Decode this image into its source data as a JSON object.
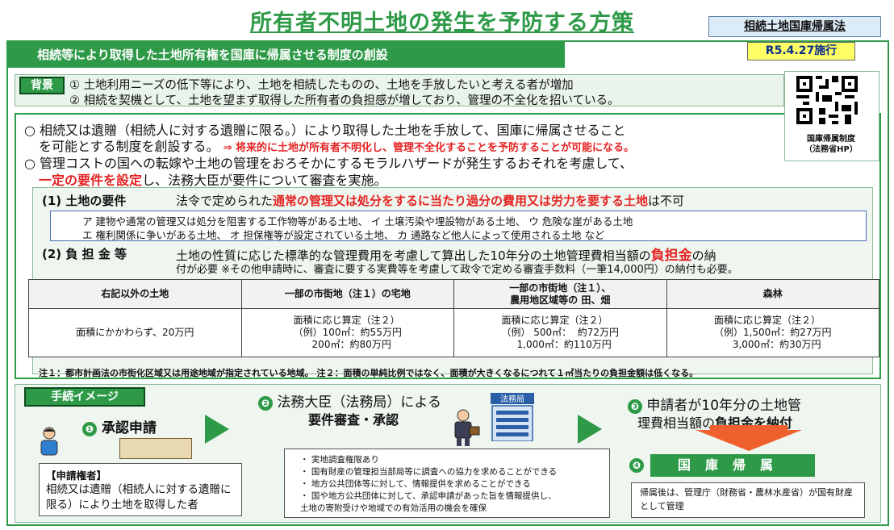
{
  "header": {
    "title": "所有者不明土地の発生を予防する方策",
    "law_name": "相続土地国庫帰属法",
    "effective_date": "R5.4.27施行",
    "banner": "相続等により取得した土地所有権を国庫に帰属させる制度の創設"
  },
  "background": {
    "tag": "背景",
    "line1": "① 土地利用ニーズの低下等により、土地を相続したものの、土地を手放したいと考える者が増加",
    "line2": "② 相続を契機として、土地を望まず取得した所有者の負担感が増しており、管理の不全化を招いている。"
  },
  "qr": {
    "label1": "国庫帰属制度",
    "label2": "（法務省HP）"
  },
  "main": {
    "bullet1_a": "○ 相続又は遺贈（相続人に対する遺贈に限る。）により取得した土地を手放して、国庫に帰属させること",
    "bullet1_b": "を可能とする制度を創設する。",
    "bullet1_note": "⇒ 将来的に土地が所有者不明化し、管理不全化することを予防することが可能になる。",
    "bullet2_a": "○ 管理コストの国への転嫁や土地の管理をおろそかにするモラルハザードが発生するおそれを考慮して、",
    "bullet2_red": "一定の要件を設定",
    "bullet2_b": "し、法務大臣が要件について審査を実施。"
  },
  "requirements": {
    "heading": "(1) 土地の要件",
    "text_pre": "法令で定められた",
    "text_red": "通常の管理又は処分をするに当たり過分の費用又は労力を要する土地",
    "text_post": "は不可",
    "item1": "ア 建物や通常の管理又は処分を阻害する工作物等がある土地、 イ 土壌汚染や埋設物がある土地、 ウ 危険な崖がある土地",
    "item2": "エ 権利関係に争いがある土地、 オ 担保権等が設定されている土地、 カ 通路など他人によって使用される土地 など"
  },
  "fees": {
    "heading": "(2) 負 担 金 等",
    "text_pre": "土地の性質に応じた標準的な管理費用を考慮して算出した10年分の土地管理費相当額の",
    "text_red": "負担金",
    "text_post": "の納",
    "text2": "付が必要 ※その他申請時に、審査に要する実費等を考慮して政令で定める審査手数料（一筆14,000円）の納付も必要。",
    "columns": [
      "右記以外の土地",
      "一部の市街地（注１）の宅地",
      "一部の市街地（注１）、\n農用地区域等の 田、畑",
      "森林"
    ],
    "values": [
      "面積にかかわらず、20万円",
      "面積に応じ算定（注２）\n（例）100㎡：約55万円\n      200㎡：約80万円",
      "面積に応じ算定（注２）\n（例） 500㎡：  約72万円\n     1,000㎡：約110万円",
      "面積に応じ算定（注２）\n（例）1,500㎡：約27万円\n      3,000㎡：約30万円"
    ],
    "note": "注１：都市計画法の市街化区域又は用途地域が指定されている地域。 注２：面積の単純比例ではなく、面積が大きくなるにつれて１㎡当たりの負担金額は低くなる。"
  },
  "procedure": {
    "tag": "手続イメージ",
    "step1": "承認申請",
    "step2_a": "法務大臣（法務局）による",
    "step2_b": "要件審査・承認",
    "bureau_sign": "法務局",
    "step3_a": "申請者が10年分の土地管",
    "step3_b_pre": "理費相当額の",
    "step3_b_bold": "負担金を納付",
    "step4": "国庫帰属",
    "numbers": [
      "❶",
      "❷",
      "❸",
      "❹"
    ],
    "conditions": [
      "・ 実地調査権限あり",
      "・ 国有財産の管理担当部局等に調査への協力を求めることができる",
      "・ 地方公共団体等に対して、情報提供を求めることができる",
      "・ 国や地方公共団体に対して、承認申請があった旨を情報提供し、",
      "   土地の寄附受けや地域での有効活用の機会を確保"
    ],
    "applicant_title": "【申請権者】",
    "applicant_text": "相続又は遺贈（相続人に対する遺贈に限る）により土地を取得した者",
    "after": "帰属後は、管理庁（財務省・農林水産省）が国有財産として管理"
  },
  "colors": {
    "green": "#2e9a47",
    "red": "#e52222",
    "orange": "#f0602c"
  }
}
